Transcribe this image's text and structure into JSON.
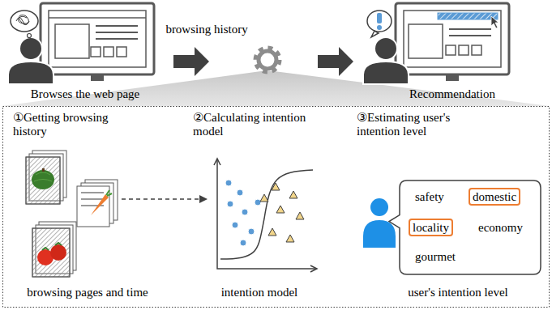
{
  "diagram": {
    "nodes": [
      {
        "text": [
          "safety",
          "economy",
          "gourmet"
        ]
      },
      {
        "text": [
          "domestic"
        ],
        "in": 0
      },
      {
        "text": [
          "locality"
        ],
        "in": 0
      }
    ],
    "labels": [
      "browsing history",
      "Browses the web page",
      "Recommendation",
      "①Getting browsing history",
      "②Calculating intention model",
      "③Estimating user's intention level",
      "browsing pages and time",
      "intention model",
      "user's intention level"
    ]
  }
}
